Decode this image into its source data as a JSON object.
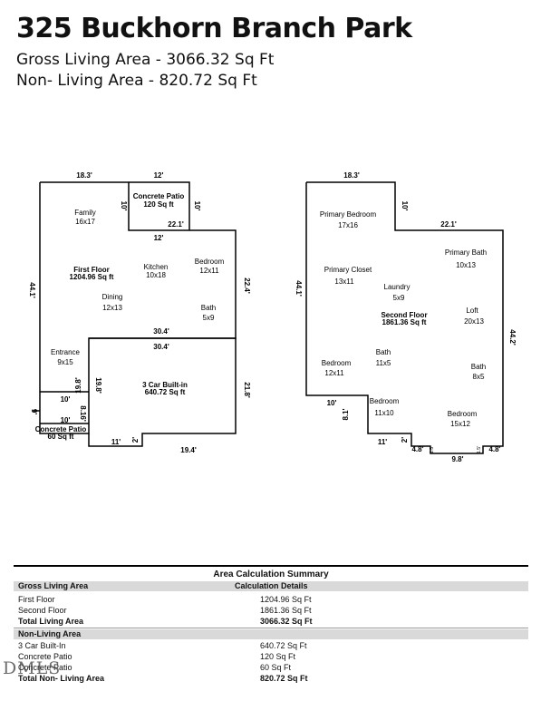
{
  "header": {
    "title": "325 Buckhorn Branch Park",
    "gross": "Gross Living Area - 3066.32 Sq Ft",
    "nonliving": "Non- Living Area - 820.72 Sq Ft"
  },
  "first_floor": {
    "dims": {
      "top_left": "18.3'",
      "top_patio": "12'",
      "patio_left": "10'",
      "patio_right": "10'",
      "patio_bottom": "12'",
      "mid_right": "22.1'",
      "left_side": "44.1'",
      "right_side": "22.4'",
      "mid_top": "30.4'",
      "mid_bottom": "30.4'",
      "garage_right": "21.8'",
      "garage_left": "19.8'",
      "entry_bottom": "10'",
      "patio_left_side": "8.16'",
      "small_left": "9'",
      "small_bottom": "10'",
      "bottom_11": "11'",
      "bottom_2": "2'",
      "bottom_194": "19.4'"
    },
    "rooms": [
      {
        "name": "Family",
        "size": "16x17"
      },
      {
        "name": "Concrete Patio",
        "size": "120 Sq ft"
      },
      {
        "name": "First Floor",
        "size": "1204.96 Sq ft"
      },
      {
        "name": "Kitchen",
        "size": "10x18"
      },
      {
        "name": "Bedroom",
        "size": "12x11"
      },
      {
        "name": "Dining",
        "size": "12x13"
      },
      {
        "name": "Bath",
        "size": "5x9"
      },
      {
        "name": "Entrance",
        "size": "9x15"
      },
      {
        "name": "3 Car Built-in",
        "size": "640.72 Sq ft"
      },
      {
        "name": "Concrete Patio",
        "size": "60 Sq ft"
      }
    ]
  },
  "second_floor": {
    "dims": {
      "top": "18.3'",
      "step": "10'",
      "top_right": "22.1'",
      "left": "44.1'",
      "right": "44.2'",
      "bottom_left": "10'",
      "side_81": "8.1'",
      "bottom_11": "11'",
      "bottom_2": "2'",
      "b_48a": "4.8'",
      "b_98": "9.8'",
      "b_48b": "4.8'",
      "tiny_a": "1.5'",
      "tiny_b": "1.5'"
    },
    "rooms": [
      {
        "name": "Primary Bedroom",
        "size": "17x16"
      },
      {
        "name": "Primary Bath",
        "size": "10x13"
      },
      {
        "name": "Primary Closet",
        "size": "13x11"
      },
      {
        "name": "Laundry",
        "size": "5x9"
      },
      {
        "name": "Second Floor",
        "size": "1861.36 Sq ft"
      },
      {
        "name": "Loft",
        "size": "20x13"
      },
      {
        "name": "Bath",
        "size": "11x5"
      },
      {
        "name": "Bath",
        "size": "8x5"
      },
      {
        "name": "Bedroom",
        "size": "12x11"
      },
      {
        "name": "Bedroom",
        "size": "11x10"
      },
      {
        "name": "Bedroom",
        "size": "15x12"
      }
    ]
  },
  "summary": {
    "title": "Area Calculation Summary",
    "gross_header": "Gross Living Area",
    "details_header": "Calculation Details",
    "gross_rows": [
      {
        "label": "First Floor",
        "value": "1204.96 Sq Ft"
      },
      {
        "label": "Second Floor",
        "value": "1861.36 Sq Ft"
      }
    ],
    "gross_total": {
      "label": "Total Living Area",
      "value": "3066.32 Sq Ft"
    },
    "nonliving_header": "Non-Living Area",
    "nonliving_rows": [
      {
        "label": "3 Car Built-In",
        "value": "640.72 Sq Ft"
      },
      {
        "label": "Concrete Patio",
        "value": "120 Sq Ft"
      },
      {
        "label": "Concrete Patio",
        "value": "60 Sq Ft"
      }
    ],
    "nonliving_total": {
      "label": "Total Non- Living Area",
      "value": "820.72 Sq Ft"
    }
  },
  "watermark": "DMLS"
}
